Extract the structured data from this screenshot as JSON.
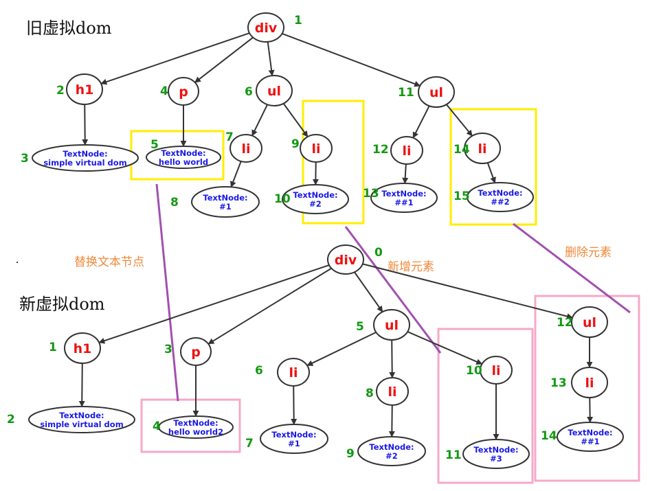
{
  "titles": {
    "old": "旧虚拟dom",
    "new": "新虚拟dom"
  },
  "annotations": {
    "replace_text": "替换文本节点",
    "add_element": "新增元素",
    "remove_element": "删除元素"
  },
  "colors": {
    "tag": "#ee1111",
    "text_node": "#1a1ae6",
    "index": "#119911",
    "old_highlight": "#ffee00",
    "new_highlight": "#f7a8c8",
    "connector": "#a24fb0",
    "annotation": "#f0883a"
  },
  "old_tree": {
    "nodes": [
      {
        "id": "o1",
        "index": "1",
        "type": "tag",
        "label": "div"
      },
      {
        "id": "o2",
        "index": "2",
        "type": "tag",
        "label": "h1"
      },
      {
        "id": "o3",
        "index": "3",
        "type": "text",
        "line1": "TextNode:",
        "line2": "simple virtual dom"
      },
      {
        "id": "o4",
        "index": "4",
        "type": "tag",
        "label": "p"
      },
      {
        "id": "o5",
        "index": "5",
        "type": "text",
        "line1": "TextNode:",
        "line2": "hello world"
      },
      {
        "id": "o6",
        "index": "6",
        "type": "tag",
        "label": "ul"
      },
      {
        "id": "o7",
        "index": "7",
        "type": "tag",
        "label": "li"
      },
      {
        "id": "o8",
        "index": "8",
        "type": "text",
        "line1": "TextNode:",
        "line2": "#1"
      },
      {
        "id": "o9",
        "index": "9",
        "type": "tag",
        "label": "li"
      },
      {
        "id": "o10",
        "index": "10",
        "type": "text",
        "line1": "TextNode:",
        "line2": "#2"
      },
      {
        "id": "o11",
        "index": "11",
        "type": "tag",
        "label": "ul"
      },
      {
        "id": "o12",
        "index": "12",
        "type": "tag",
        "label": "li"
      },
      {
        "id": "o13",
        "index": "13",
        "type": "text",
        "line1": "TextNode:",
        "line2": "##1"
      },
      {
        "id": "o14",
        "index": "14",
        "type": "tag",
        "label": "li"
      },
      {
        "id": "o15",
        "index": "15",
        "type": "text",
        "line1": "TextNode:",
        "line2": "##2"
      }
    ]
  },
  "new_tree": {
    "nodes": [
      {
        "id": "n0",
        "index": "0",
        "type": "tag",
        "label": "div"
      },
      {
        "id": "n1",
        "index": "1",
        "type": "tag",
        "label": "h1"
      },
      {
        "id": "n2",
        "index": "2",
        "type": "text",
        "line1": "TextNode:",
        "line2": "simple virtual dom"
      },
      {
        "id": "n3",
        "index": "3",
        "type": "tag",
        "label": "p"
      },
      {
        "id": "n4",
        "index": "4",
        "type": "text",
        "line1": "TextNode:",
        "line2": "hello world2"
      },
      {
        "id": "n5",
        "index": "5",
        "type": "tag",
        "label": "ul"
      },
      {
        "id": "n6",
        "index": "6",
        "type": "tag",
        "label": "li"
      },
      {
        "id": "n7",
        "index": "7",
        "type": "text",
        "line1": "TextNode:",
        "line2": "#1"
      },
      {
        "id": "n8",
        "index": "8",
        "type": "tag",
        "label": "li"
      },
      {
        "id": "n9",
        "index": "9",
        "type": "text",
        "line1": "TextNode:",
        "line2": "#2"
      },
      {
        "id": "n10",
        "index": "10",
        "type": "tag",
        "label": "li"
      },
      {
        "id": "n11",
        "index": "11",
        "type": "text",
        "line1": "TextNode:",
        "line2": "#3"
      },
      {
        "id": "n12",
        "index": "12",
        "type": "tag",
        "label": "ul"
      },
      {
        "id": "n13",
        "index": "13",
        "type": "tag",
        "label": "li"
      },
      {
        "id": "n14",
        "index": "14",
        "type": "text",
        "line1": "TextNode:",
        "line2": "##1"
      }
    ]
  }
}
